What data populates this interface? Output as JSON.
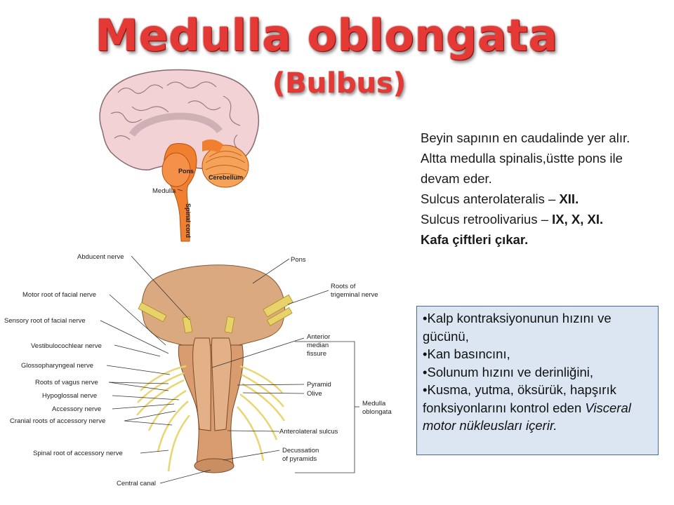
{
  "slide": {
    "title": "Medulla oblongata",
    "subtitle": "(Bulbus)"
  },
  "text_block": {
    "line1": "Beyin sapının en caudalinde yer alır.",
    "line2": "Altta medulla spinalis,üstte pons ile",
    "line3": "devam eder.",
    "line4_a": "Sulcus anterolateralis – ",
    "line4_b": "XII.",
    "line5_a": "Sulcus retroolivarius – ",
    "line5_b": "IX, X, XI.",
    "line6": "Kafa çiftleri çıkar."
  },
  "info_box": {
    "item1": "•Kalp kontraksiyonunun hızını ve gücünü,",
    "item2": "•Kan basıncını,",
    "item3": "•Solunum hızını ve derinliğini,",
    "item4": "•Kusma, yutma, öksürük, hapşırık fonksiyonlarını kontrol eden ",
    "item4_italic": "Visceral motor nükleusları içerir."
  },
  "brain_labels": {
    "pons": "Pons",
    "cerebellum": "Cerebellum",
    "medulla": "Medulla",
    "spinal_cord": "Spinal cord"
  },
  "diagram_labels": {
    "abducent": "Abducent nerve",
    "pons": "Pons",
    "motor_facial": "Motor root of facial nerve",
    "trigeminal_1": "Roots of",
    "trigeminal_2": "trigeminal nerve",
    "sensory_facial": "Sensory root of facial nerve",
    "vestibulocochlear": "Vestibulocochlear nerve",
    "anterior_median_1": "Anterior",
    "anterior_median_2": "median",
    "anterior_median_3": "fissure",
    "glossopharyngeal": "Glossopharyngeal nerve",
    "vagus": "Roots of vagus nerve",
    "pyramid": "Pyramid",
    "hypoglossal": "Hypoglossal nerve",
    "olive": "Olive",
    "medulla_1": "Medulla",
    "medulla_2": "oblongata",
    "accessory": "Accessory nerve",
    "cranial_accessory": "Cranial roots of accessory nerve",
    "anterolateral": "Anterolateral sulcus",
    "spinal_accessory": "Spinal root of accessory nerve",
    "decussation_1": "Decussation",
    "decussation_2": "of pyramids",
    "central_canal": "Central canal"
  },
  "colors": {
    "title": "#e53935",
    "box_fill": "#dce6f2",
    "box_border": "#4a6a94",
    "brain_orange": "#f07f2f",
    "brain_tissue": "#f3d2d6",
    "stem_tan": "#d9a57a",
    "nerve_yellow": "#e8d36a"
  }
}
